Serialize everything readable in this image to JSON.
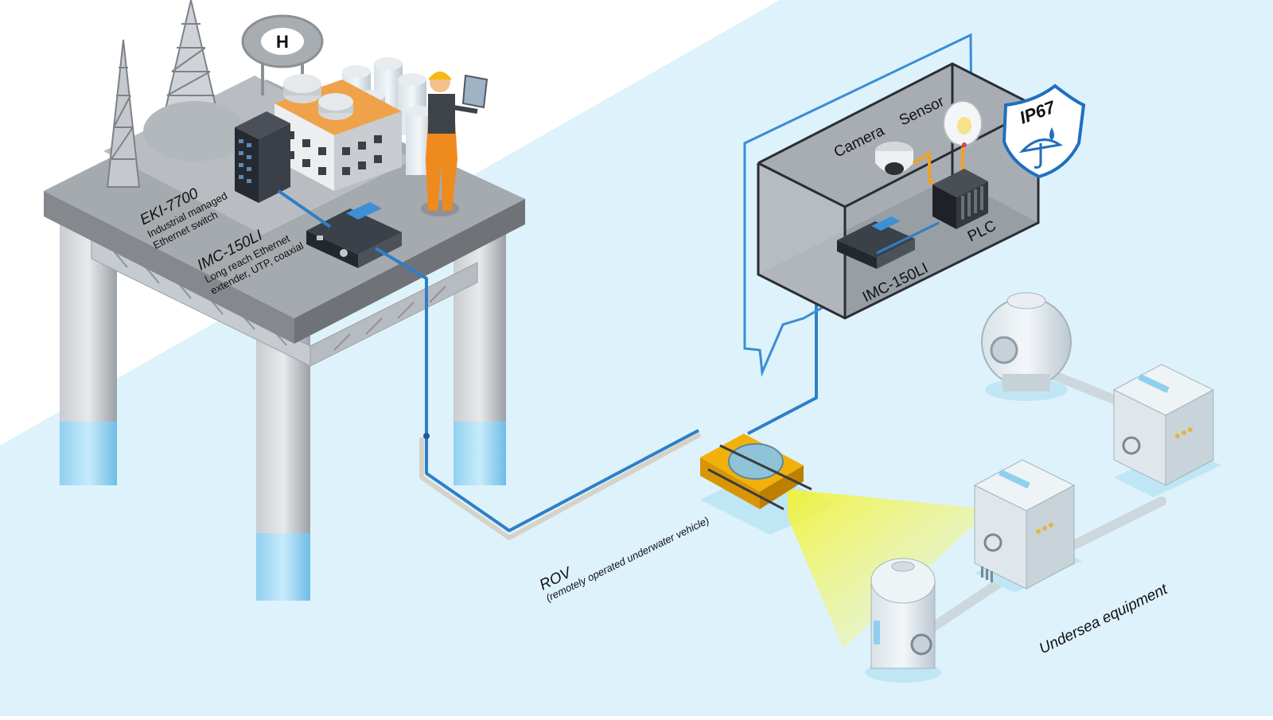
{
  "switch_label": {
    "model": "EKI-7700",
    "desc_line1": "Industrial managed",
    "desc_line2": "Ethernet switch"
  },
  "extender_label": {
    "model": "IMC-150LI",
    "desc_line1": "Long reach Ethernet",
    "desc_line2": "extender, UTP, coaxial"
  },
  "callout": {
    "camera_label": "Camera",
    "sensor_label": "Sensor",
    "plc_label": "PLC",
    "extender_label": "IMC-150LI",
    "ip_badge": "IP67"
  },
  "rov_label": {
    "title": "ROV",
    "subtitle": "(remotely operated underwater vehicle)"
  },
  "undersea_label": "Undersea equipment",
  "helipad_mark": "H",
  "colors": {
    "sea": "#ddf2fb",
    "cable": "#2f7fc6",
    "cable_shadow": "#d6d2c8",
    "platform": "#9ea3a9",
    "rov": "#f2b10a",
    "ip_badge": "#1f6fbf",
    "callout_outline": "#3a8dd6"
  }
}
